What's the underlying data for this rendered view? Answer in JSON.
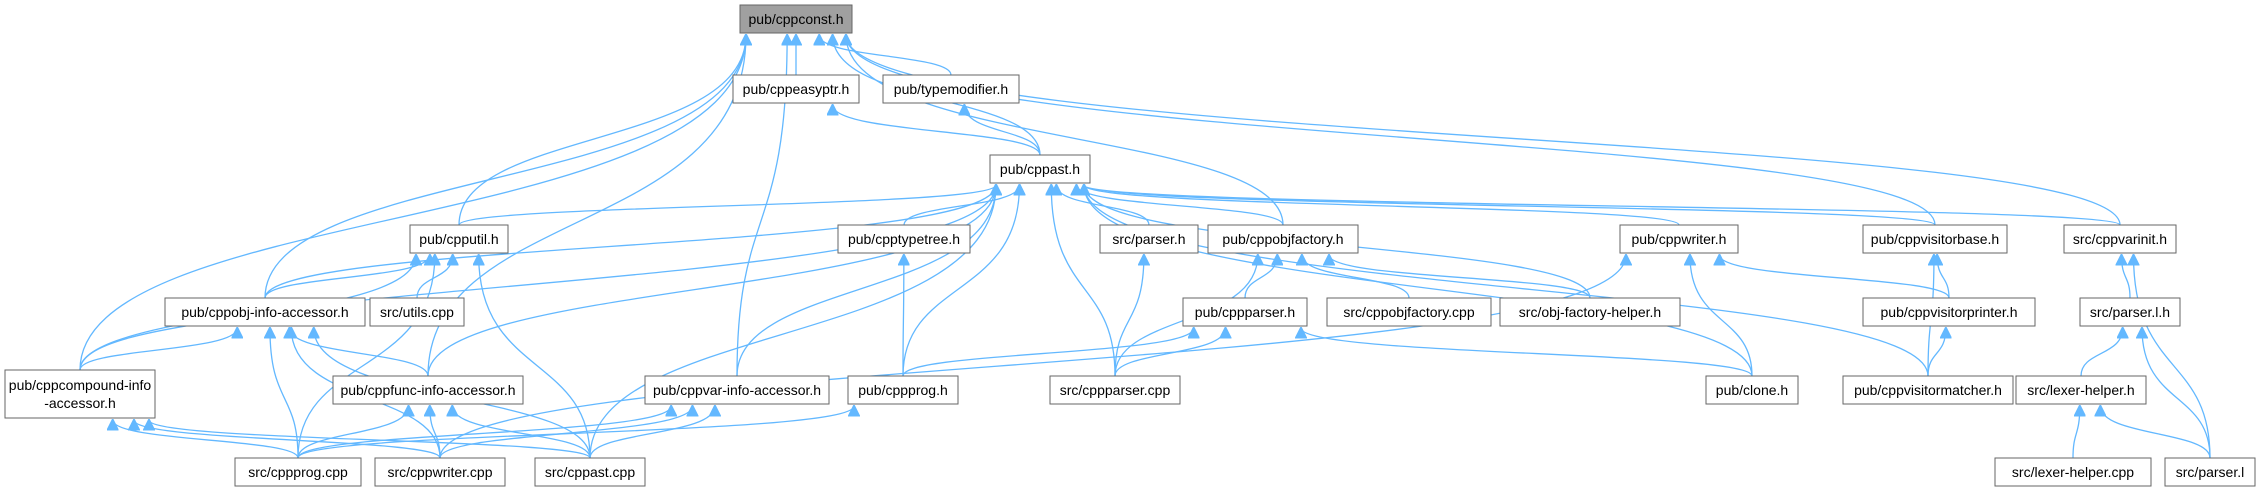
{
  "graph": {
    "root": "pub/cppconst.h",
    "nodes": [
      {
        "id": "cppconst",
        "label": "pub/cppconst.h",
        "root": true
      },
      {
        "id": "cppeasyptr",
        "label": "pub/cppeasyptr.h"
      },
      {
        "id": "typemodifier",
        "label": "pub/typemodifier.h"
      },
      {
        "id": "cppast_h",
        "label": "pub/cppast.h"
      },
      {
        "id": "cpputil",
        "label": "pub/cpputil.h"
      },
      {
        "id": "cpptypetree",
        "label": "pub/cpptypetree.h"
      },
      {
        "id": "parser_h",
        "label": "src/parser.h"
      },
      {
        "id": "cppobjfactory_h",
        "label": "pub/cppobjfactory.h"
      },
      {
        "id": "cppwriter_h",
        "label": "pub/cppwriter.h"
      },
      {
        "id": "cppvisitorbase",
        "label": "pub/cppvisitorbase.h"
      },
      {
        "id": "cppvarinit",
        "label": "src/cppvarinit.h"
      },
      {
        "id": "cppobjinfo",
        "label": "pub/cppobj-info-accessor.h"
      },
      {
        "id": "utils",
        "label": "src/utils.cpp"
      },
      {
        "id": "cppparser_h",
        "label": "pub/cppparser.h"
      },
      {
        "id": "cppobjfactory_cpp",
        "label": "src/cppobjfactory.cpp"
      },
      {
        "id": "objfactoryhelper",
        "label": "src/obj-factory-helper.h"
      },
      {
        "id": "cppvisitorprinter",
        "label": "pub/cppvisitorprinter.h"
      },
      {
        "id": "parser_l_h",
        "label": "src/parser.l.h"
      },
      {
        "id": "cppcompound",
        "label": "pub/cppcompound-info\n-accessor.h"
      },
      {
        "id": "cppfuncinfo",
        "label": "pub/cppfunc-info-accessor.h"
      },
      {
        "id": "cppvarinfo",
        "label": "pub/cppvar-info-accessor.h"
      },
      {
        "id": "cppprog_h",
        "label": "pub/cppprog.h"
      },
      {
        "id": "cppparser_cpp",
        "label": "src/cppparser.cpp"
      },
      {
        "id": "clone",
        "label": "pub/clone.h"
      },
      {
        "id": "cppvisitormatcher",
        "label": "pub/cppvisitormatcher.h"
      },
      {
        "id": "lexerhelper_h",
        "label": "src/lexer-helper.h"
      },
      {
        "id": "cppprog_cpp",
        "label": "src/cppprog.cpp"
      },
      {
        "id": "cppwriter_cpp",
        "label": "src/cppwriter.cpp"
      },
      {
        "id": "cppast_cpp",
        "label": "src/cppast.cpp"
      },
      {
        "id": "lexerhelper_cpp",
        "label": "src/lexer-helper.cpp"
      },
      {
        "id": "parser_l",
        "label": "src/parser.l"
      }
    ],
    "edges": [
      [
        "cppeasyptr",
        "cppconst"
      ],
      [
        "typemodifier",
        "cppconst"
      ],
      [
        "cppast_h",
        "cppconst"
      ],
      [
        "cpputil",
        "cppconst"
      ],
      [
        "cppobjfactory_h",
        "cppconst"
      ],
      [
        "cppvisitorbase",
        "cppconst"
      ],
      [
        "cppvarinit",
        "cppconst"
      ],
      [
        "cppobjinfo",
        "cppconst"
      ],
      [
        "cppcompound",
        "cppconst"
      ],
      [
        "cppfuncinfo",
        "cppconst"
      ],
      [
        "cppvarinfo",
        "cppconst"
      ],
      [
        "cppast_h",
        "cppeasyptr"
      ],
      [
        "cppast_h",
        "typemodifier"
      ],
      [
        "cpputil",
        "cppast_h"
      ],
      [
        "cpptypetree",
        "cppast_h"
      ],
      [
        "parser_h",
        "cppast_h"
      ],
      [
        "cppobjfactory_h",
        "cppast_h"
      ],
      [
        "cppwriter_h",
        "cppast_h"
      ],
      [
        "cppvisitorbase",
        "cppast_h"
      ],
      [
        "cppvarinit",
        "cppast_h"
      ],
      [
        "cppobjinfo",
        "cppast_h"
      ],
      [
        "cppcompound",
        "cppast_h"
      ],
      [
        "cppfuncinfo",
        "cppast_h"
      ],
      [
        "cppvarinfo",
        "cppast_h"
      ],
      [
        "cppprog_h",
        "cppast_h"
      ],
      [
        "cppparser_cpp",
        "cppast_h"
      ],
      [
        "clone",
        "cppast_h"
      ],
      [
        "cppvisitormatcher",
        "cppast_h"
      ],
      [
        "objfactoryhelper",
        "cppast_h"
      ],
      [
        "cppast_cpp",
        "cppast_h"
      ],
      [
        "cppobjinfo",
        "cpputil"
      ],
      [
        "utils",
        "cpputil"
      ],
      [
        "cppcompound",
        "cpputil"
      ],
      [
        "cppprog_cpp",
        "cpputil"
      ],
      [
        "cppast_cpp",
        "cpputil"
      ],
      [
        "cppprog_h",
        "cpptypetree"
      ],
      [
        "cppparser_cpp",
        "parser_h"
      ],
      [
        "cppparser_h",
        "cppobjfactory_h"
      ],
      [
        "cppobjfactory_cpp",
        "cppobjfactory_h"
      ],
      [
        "objfactoryhelper",
        "cppobjfactory_h"
      ],
      [
        "cppparser_cpp",
        "cppobjfactory_h"
      ],
      [
        "cppvisitorprinter",
        "cppwriter_h"
      ],
      [
        "clone",
        "cppwriter_h"
      ],
      [
        "cppwriter_cpp",
        "cppwriter_h"
      ],
      [
        "cppvisitorprinter",
        "cppvisitorbase"
      ],
      [
        "cppvisitormatcher",
        "cppvisitorbase"
      ],
      [
        "parser_l_h",
        "cppvarinit"
      ],
      [
        "parser_l",
        "cppvarinit"
      ],
      [
        "cppcompound",
        "cppobjinfo"
      ],
      [
        "cppfuncinfo",
        "cppobjinfo"
      ],
      [
        "cppprog_cpp",
        "cppobjinfo"
      ],
      [
        "cppwriter_cpp",
        "cppobjinfo"
      ],
      [
        "cppast_cpp",
        "cppobjinfo"
      ],
      [
        "cppprog_h",
        "cppparser_h"
      ],
      [
        "cppparser_cpp",
        "cppparser_h"
      ],
      [
        "clone",
        "cppparser_h"
      ],
      [
        "cppvisitormatcher",
        "cppvisitorprinter"
      ],
      [
        "lexerhelper_h",
        "parser_l_h"
      ],
      [
        "parser_l",
        "parser_l_h"
      ],
      [
        "cppprog_cpp",
        "cppcompound"
      ],
      [
        "cppwriter_cpp",
        "cppcompound"
      ],
      [
        "cppast_cpp",
        "cppcompound"
      ],
      [
        "cppprog_cpp",
        "cppfuncinfo"
      ],
      [
        "cppwriter_cpp",
        "cppfuncinfo"
      ],
      [
        "cppast_cpp",
        "cppfuncinfo"
      ],
      [
        "cppprog_cpp",
        "cppvarinfo"
      ],
      [
        "cppwriter_cpp",
        "cppvarinfo"
      ],
      [
        "cppast_cpp",
        "cppvarinfo"
      ],
      [
        "cppprog_cpp",
        "cppprog_h"
      ],
      [
        "lexerhelper_cpp",
        "lexerhelper_h"
      ],
      [
        "parser_l",
        "lexerhelper_h"
      ]
    ]
  },
  "colors": {
    "edge": "#63b8ff",
    "root_fill": "#a0a0a0",
    "node_border": "#666666"
  }
}
